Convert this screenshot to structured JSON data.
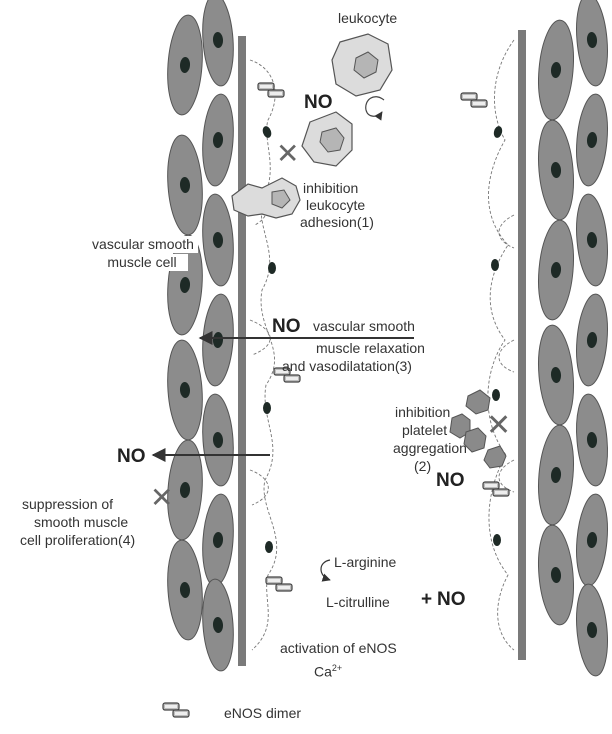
{
  "labels": {
    "leukocyte": "leukocyte",
    "inhibition_leuko_1": "inhibition",
    "inhibition_leuko_2": "leukocyte",
    "inhibition_leuko_3": "adhesion(1)",
    "vsmc_1": "vascular smooth",
    "vsmc_2": "muscle cell",
    "relax_1": "vascular smooth",
    "relax_2": "muscle relaxation",
    "relax_3": "and vasodilatation(3)",
    "platelet_1": "inhibition",
    "platelet_2": "platelet",
    "platelet_3": "aggregation",
    "platelet_4": "(2)",
    "suppress_1": "suppression of",
    "suppress_2": "smooth muscle",
    "suppress_3": "cell proliferation(4)",
    "l_arginine": "L-arginine",
    "l_citrulline": "L-citrulline",
    "plus": "+",
    "activation": "activation of eNOS",
    "ca": "Ca",
    "ca_sup": "2+",
    "enos_dimer": "eNOS dimer"
  },
  "no_label": "NO",
  "colors": {
    "smooth_muscle_fill": "#8c8c8c",
    "nucleus": "#1e2a26",
    "wall": "#7a7a7a",
    "leukocyte_fill": "#d9d9d9",
    "platelet_fill": "#8a8a8a",
    "arrow": "#333333"
  }
}
